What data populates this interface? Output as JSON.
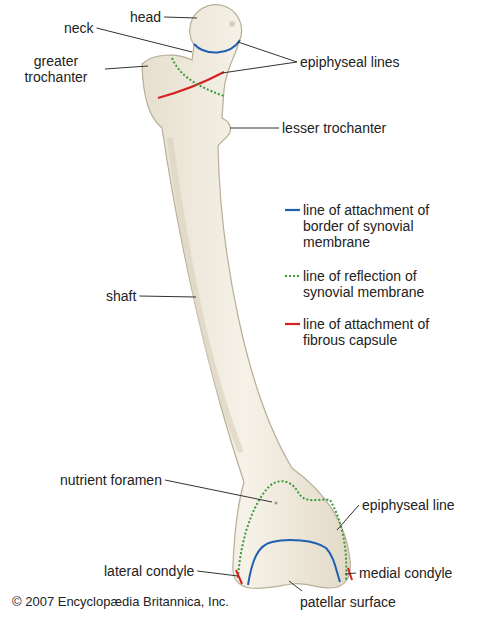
{
  "diagram": {
    "labels": [
      "head",
      "neck",
      "greater trochanter",
      "epiphyseal lines",
      "lesser trochanter",
      "shaft",
      "nutrient foramen",
      "epiphyseal line",
      "lateral condyle",
      "medial condyle",
      "patellar surface",
      "© 2007 Encyclopædia Britannica, Inc."
    ],
    "legend": [
      {
        "text": "line of attachment of border of synovial membrane"
      },
      {
        "text": "line of reflection of synovial membrane"
      },
      {
        "text": "line of attachment of fibrous capsule"
      }
    ]
  }
}
